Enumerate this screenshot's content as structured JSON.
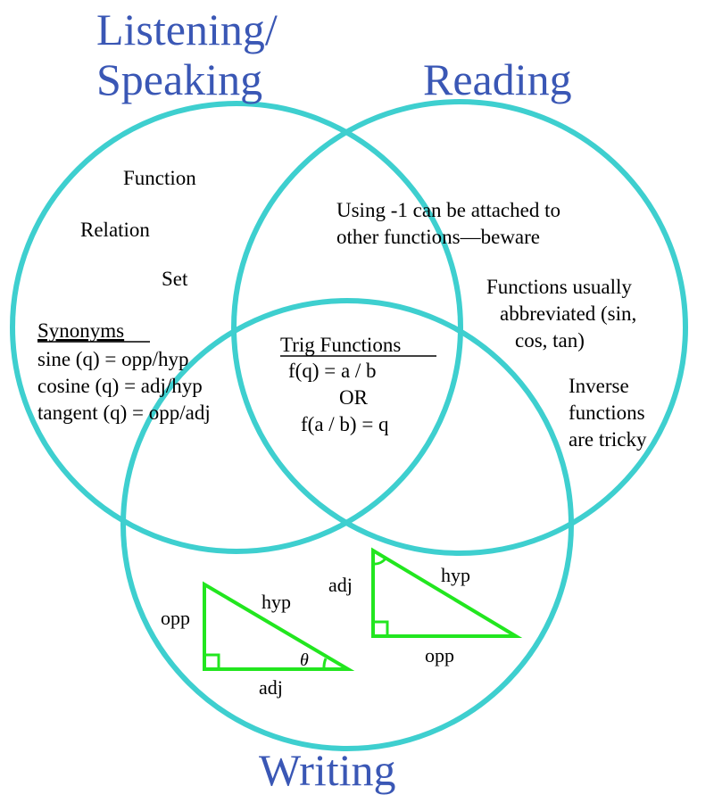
{
  "colors": {
    "circle": "#3ecfcf",
    "title": "#3a57b5",
    "triangle": "#22e61f",
    "text": "#000000"
  },
  "titles": {
    "listening_line1": "Listening/",
    "listening_line2": "Speaking",
    "reading": "Reading",
    "writing": "Writing"
  },
  "listening_speaking": {
    "terms": [
      "Function",
      "Relation",
      "Set"
    ],
    "synonyms_heading": "Synonyms",
    "synonyms": [
      "sine (q) = opp/hyp",
      "cosine (q) = adj/hyp",
      "tangent (q) = opp/adj"
    ]
  },
  "reading": {
    "notes": [
      "Using -1 can be attached to",
      "other functions—beware",
      "Functions usually",
      "abbreviated (sin,",
      "cos, tan)",
      "Inverse",
      "functions",
      "are tricky"
    ]
  },
  "center": {
    "heading": "Trig Functions",
    "lines": [
      "f(q) = a / b",
      "OR",
      "f(a / b) = q"
    ]
  },
  "writing": {
    "triangle1": {
      "opp": "opp",
      "hyp": "hyp",
      "adj": "adj",
      "angle": "θ"
    },
    "triangle2": {
      "adj": "adj",
      "hyp": "hyp",
      "opp": "opp"
    }
  }
}
